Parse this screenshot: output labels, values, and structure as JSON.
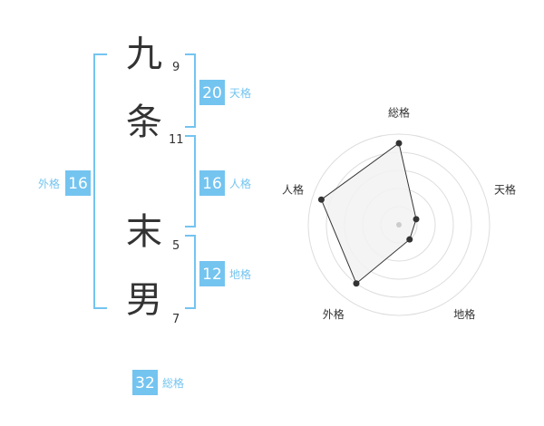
{
  "name": {
    "chars": [
      {
        "char": "九",
        "strokes": "9"
      },
      {
        "char": "条",
        "strokes": "11"
      },
      {
        "char": "末",
        "strokes": "5"
      },
      {
        "char": "男",
        "strokes": "7"
      }
    ]
  },
  "fortune": {
    "ten": {
      "value": "20",
      "label": "天格"
    },
    "jin": {
      "value": "16",
      "label": "人格"
    },
    "chi": {
      "value": "12",
      "label": "地格"
    },
    "gai": {
      "value": "16",
      "label": "外格"
    },
    "total": {
      "value": "32",
      "label": "総格"
    }
  },
  "colors": {
    "accent": "#74c4f0",
    "bracket": "#74c4f0",
    "label_text": "#74c4f0",
    "char_text": "#333333",
    "radar_grid": "#dddddd",
    "radar_fill": "#f2f2f2",
    "radar_line": "#333333"
  },
  "chart_data": {
    "type": "radar",
    "axes": [
      "総格",
      "天格",
      "地格",
      "外格",
      "人格"
    ],
    "values": [
      4.5,
      1,
      1,
      4,
      4.5
    ],
    "range": [
      0,
      5
    ],
    "grid_levels": 5
  }
}
